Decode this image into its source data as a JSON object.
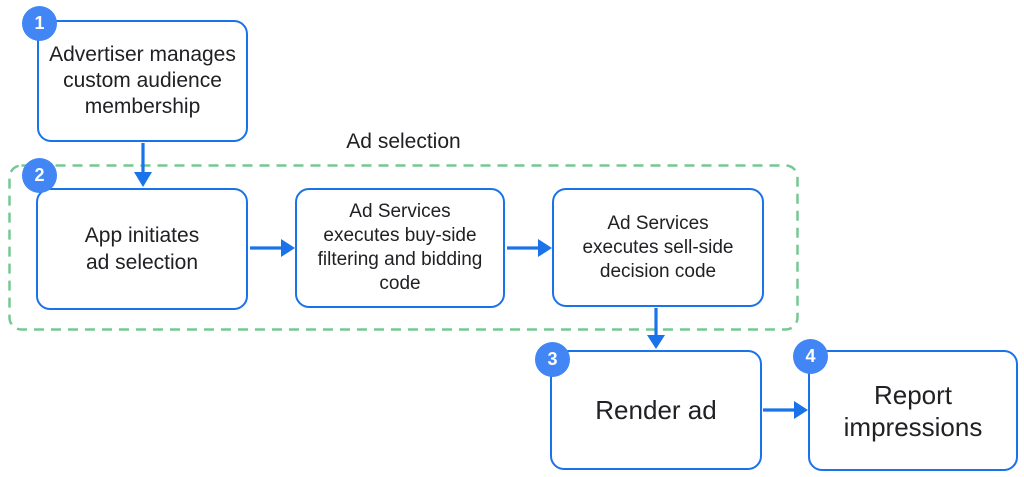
{
  "colors": {
    "background": "#ffffff",
    "box-border": "#1a73e8",
    "arrow": "#1a73e8",
    "badge-fill": "#4285f4",
    "badge-text": "#ffffff",
    "group-border": "#76c893",
    "text": "#202124"
  },
  "group": {
    "badge": "2",
    "label": "Ad selection"
  },
  "nodes": {
    "advertiser": {
      "badge": "1",
      "label": "Advertiser manages\ncustom audience\nmembership"
    },
    "app_initiates": {
      "label": "App initiates\nad selection"
    },
    "buy_side": {
      "label": "Ad Services\nexecutes buy-side\nfiltering and bidding\ncode"
    },
    "sell_side": {
      "label": "Ad Services\nexecutes sell-side\ndecision code"
    },
    "render_ad": {
      "badge": "3",
      "label": "Render ad"
    },
    "report_impressions": {
      "badge": "4",
      "label": "Report\nimpressions"
    }
  }
}
